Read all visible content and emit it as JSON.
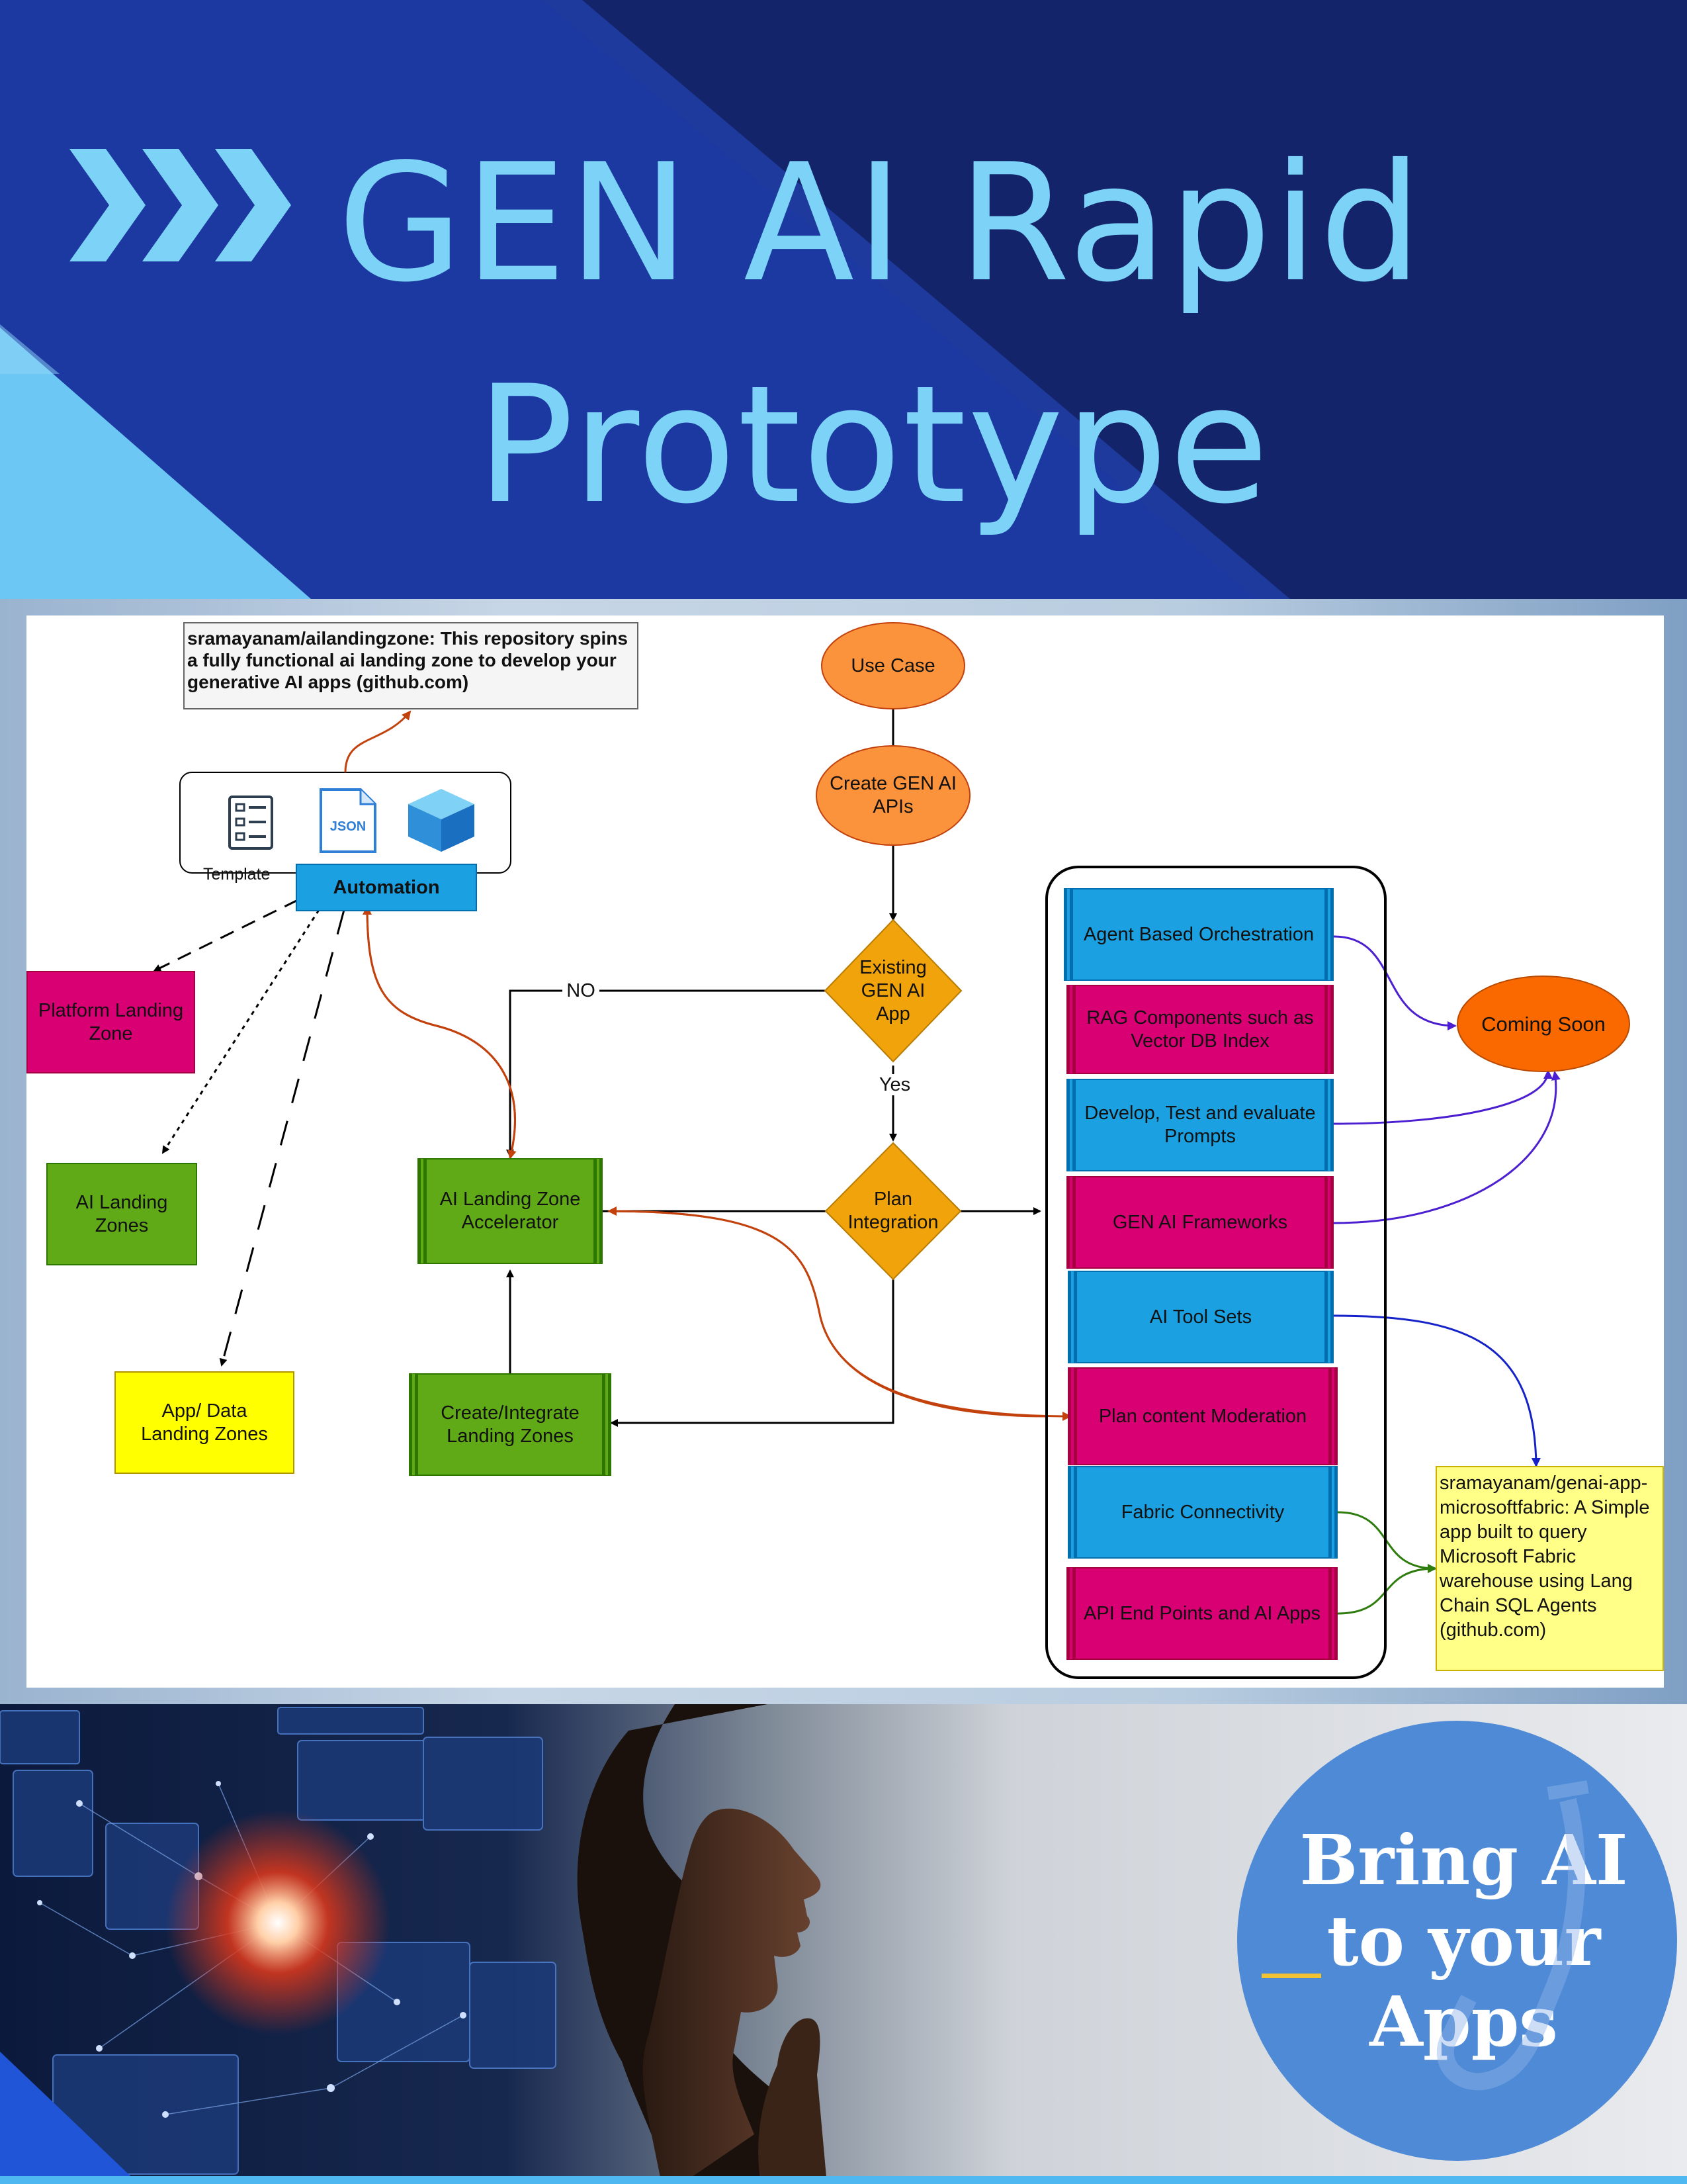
{
  "header": {
    "title_line1": "GEN AI Rapid",
    "title_line2": "Prototype",
    "colors": {
      "title": "#7dd3f7",
      "navy": "#13246a",
      "royal": "#1d3a9c",
      "sky": "#6cc7f5"
    }
  },
  "diagram": {
    "note_top": "sramayanam/ailandingzone: This repository spins a fully functional ai landing zone to develop your generative AI apps (github.com)",
    "note_right": "sramayanam/genai-app-microsoftfabric: A Simple app built to query Microsoft Fabric warehouse using Lang Chain SQL Agents (github.com)",
    "template_label": "Template",
    "json_label": "JSON",
    "automation": "Automation",
    "use_case": "Use Case",
    "create_apis": "Create GEN AI APIs",
    "existing_app": "Existing GEN AI App",
    "no_label": "NO",
    "yes_label": "Yes",
    "plan_integration": "Plan Integration",
    "accelerator": "AI Landing Zone Accelerator",
    "create_integrate": "Create/Integrate Landing Zones",
    "platform_lz": "Platform Landing Zone",
    "ai_lz": "AI Landing Zones",
    "app_data_lz": "App/ Data Landing Zones",
    "coming_soon": "Coming Soon",
    "components": [
      "Agent Based Orchestration",
      "RAG Components such as Vector DB Index",
      "Develop, Test and evaluate Prompts",
      "GEN AI Frameworks",
      "AI Tool Sets",
      "Plan content Moderation",
      "Fabric Connectivity",
      "API End Points and AI Apps"
    ],
    "colors": {
      "orange": "#fb923c",
      "diamond": "#f0a30a",
      "green": "#60a917",
      "magenta": "#d80073",
      "blue": "#1ba1e2",
      "yellow": "#ffff00",
      "coming_soon": "#fa6800",
      "note_yellow": "#ffff88"
    }
  },
  "footer": {
    "tagline_l1": "Bring AI",
    "tagline_l2": "to your",
    "tagline_l3": "Apps",
    "circle_color": "#4f8ad6",
    "accent": "#f1c232"
  }
}
